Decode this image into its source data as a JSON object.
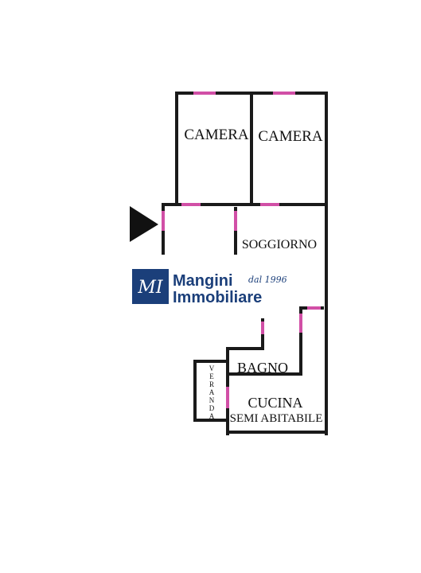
{
  "rooms": {
    "camera_left": "CAMERA",
    "camera_right": "CAMERA",
    "soggiorno": "SOGGIORNO",
    "bagno": "BAGNO",
    "cucina_line1": "CUCINA",
    "cucina_line2": "SEMI ABITABILE",
    "veranda": [
      "V",
      "E",
      "R",
      "A",
      "N",
      "D",
      "A"
    ]
  },
  "watermark": {
    "monogram": "MI",
    "name_line1": "Mangini",
    "name_line2": "Immobiliare",
    "since": "dal 1996"
  },
  "colors": {
    "wall": "#1a1a1a",
    "door": "#d14fa6",
    "brand": "#1b3f7a"
  },
  "icons": {
    "entrance": "entrance-arrow-icon"
  }
}
